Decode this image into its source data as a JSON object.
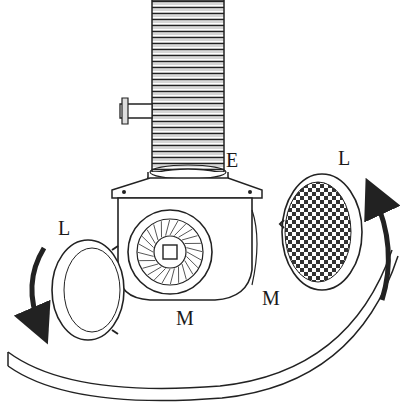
{
  "diagram": {
    "labels": [
      "E",
      "L",
      "L",
      "M",
      "M"
    ]
  }
}
